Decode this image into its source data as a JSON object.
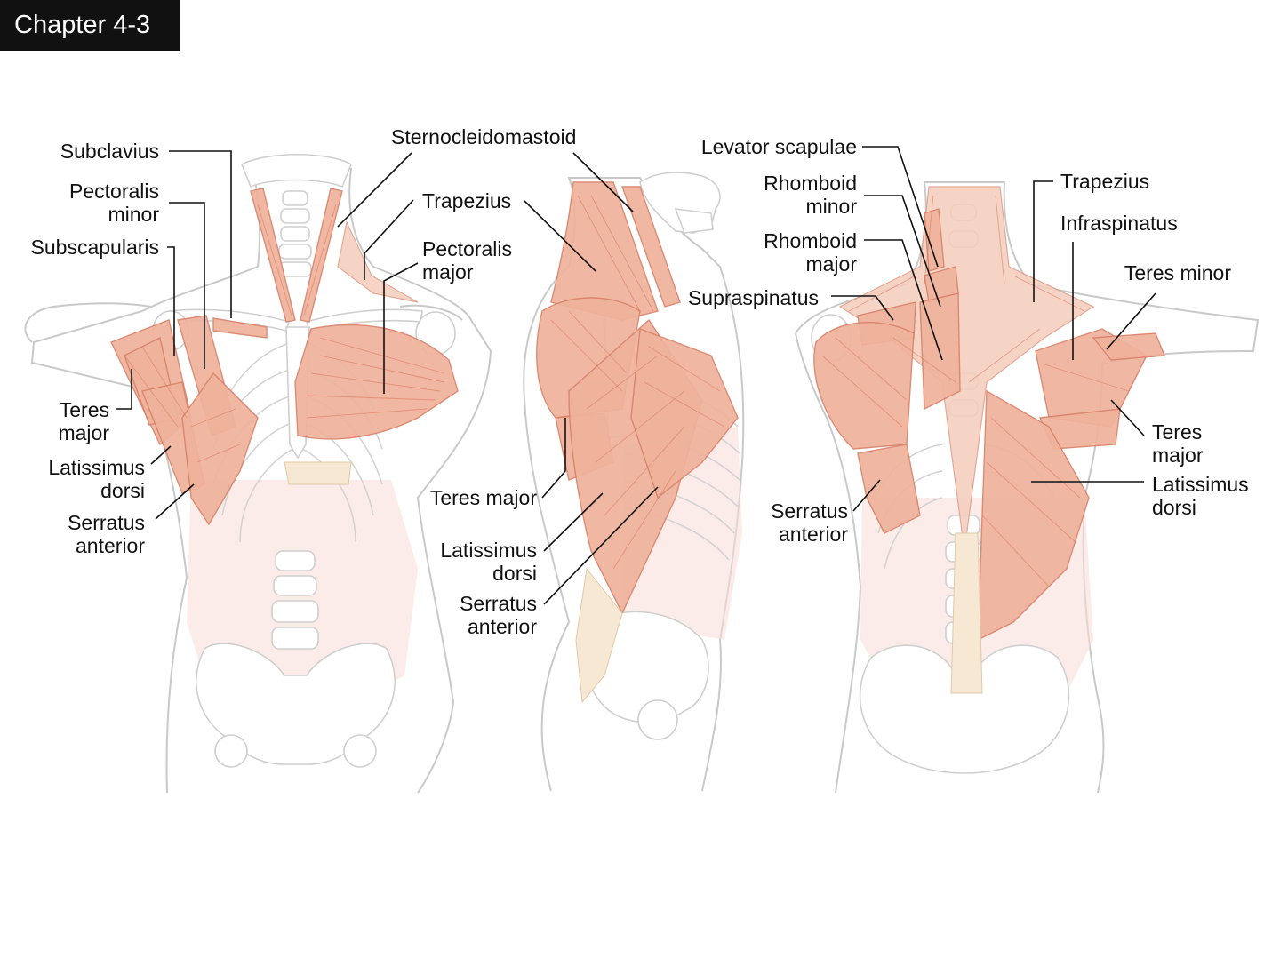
{
  "chapter_tag": "Chapter 4-3",
  "colors": {
    "muscle": "#efb39c",
    "muscle_line": "#d9826a",
    "outline": "#c9c9c9",
    "tag_background": "#111111"
  },
  "front_view": {
    "labels": {
      "subclavius": "Subclavius",
      "pectoralis_minor_1": "Pectoralis",
      "pectoralis_minor_2": "minor",
      "subscapularis": "Subscapularis",
      "teres_major_1": "Teres",
      "teres_major_2": "major",
      "latissimus_dorsi_1": "Latissimus",
      "latissimus_dorsi_2": "dorsi",
      "serratus_anterior_1": "Serratus",
      "serratus_anterior_2": "anterior",
      "sternocleidomastoid": "Sternocleidomastoid",
      "trapezius": "Trapezius",
      "pectoralis_major_1": "Pectoralis",
      "pectoralis_major_2": "major"
    }
  },
  "side_view": {
    "labels": {
      "teres_major": "Teres major",
      "latissimus_dorsi_1": "Latissimus",
      "latissimus_dorsi_2": "dorsi",
      "serratus_anterior_1": "Serratus",
      "serratus_anterior_2": "anterior"
    }
  },
  "back_view": {
    "labels": {
      "levator_scapulae": "Levator scapulae",
      "rhomboid_minor_1": "Rhomboid",
      "rhomboid_minor_2": "minor",
      "rhomboid_major_1": "Rhomboid",
      "rhomboid_major_2": "major",
      "supraspinatus": "Supraspinatus",
      "serratus_anterior_1": "Serratus",
      "serratus_anterior_2": "anterior",
      "trapezius": "Trapezius",
      "infraspinatus": "Infraspinatus",
      "teres_minor": "Teres minor",
      "teres_major_1": "Teres",
      "teres_major_2": "major",
      "latissimus_dorsi_1": "Latissimus",
      "latissimus_dorsi_2": "dorsi"
    }
  }
}
